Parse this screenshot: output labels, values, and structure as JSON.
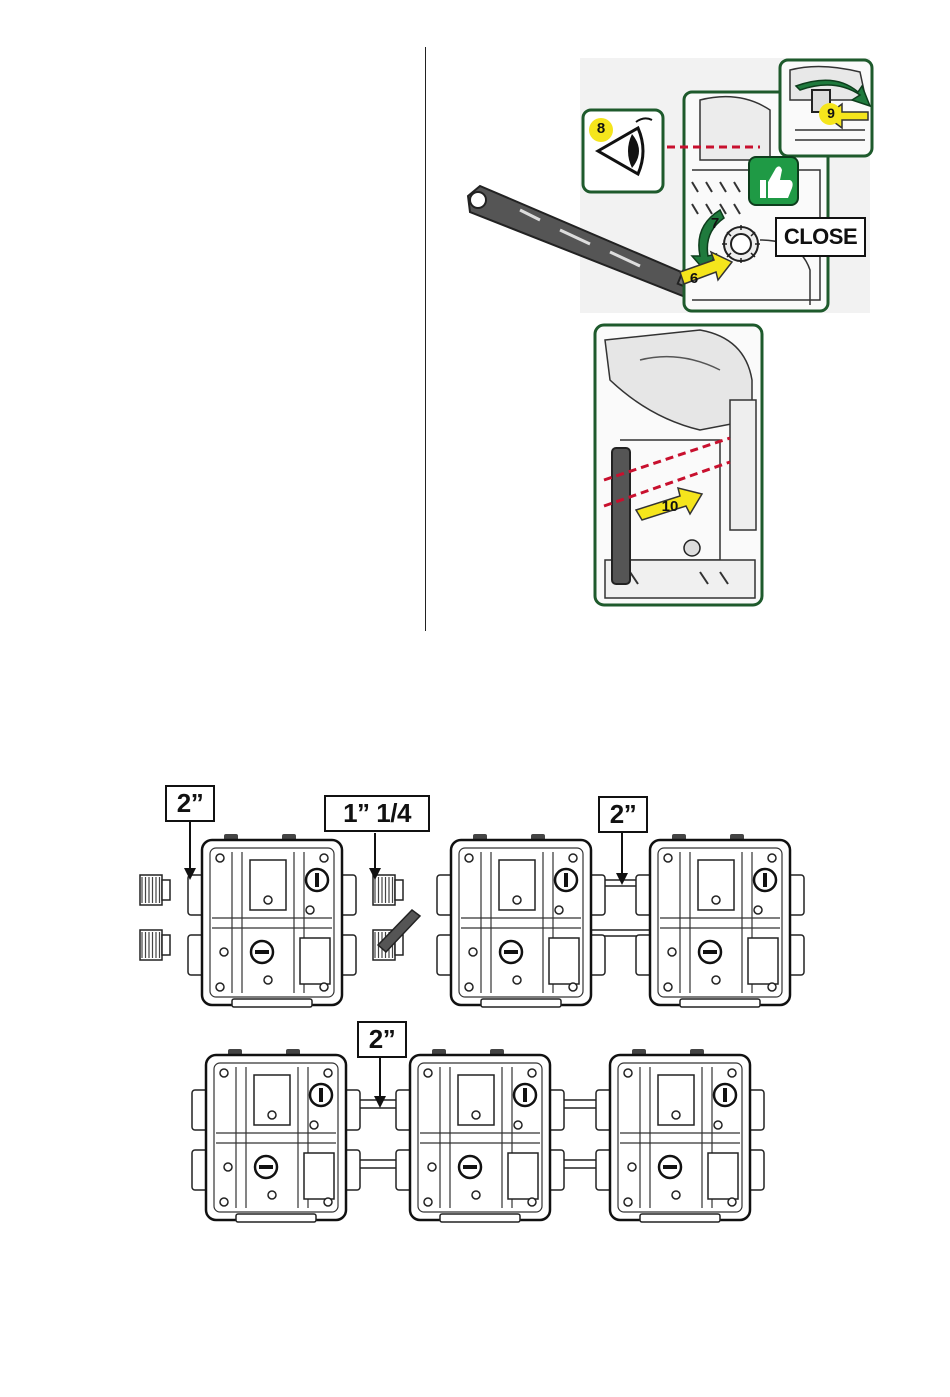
{
  "top_panel": {
    "steps": [
      "6",
      "7",
      "8",
      "9",
      "10"
    ],
    "close_label": "CLOSE"
  },
  "bottom_panel": {
    "size_labels": {
      "left": "2”",
      "middle": "1” 1/4",
      "right": "2”",
      "lower": "2”"
    }
  },
  "colors": {
    "frame_green": "#1e5a2c",
    "badge_yellow": "#f5e51c",
    "arrow_green": "#1f7a3d",
    "thumb_green": "#1f9a45",
    "dashed_red": "#c8102e"
  },
  "icons": [
    "eye-icon",
    "thumbs-up-icon",
    "wrench-icon",
    "rotate-arrow-icon"
  ]
}
